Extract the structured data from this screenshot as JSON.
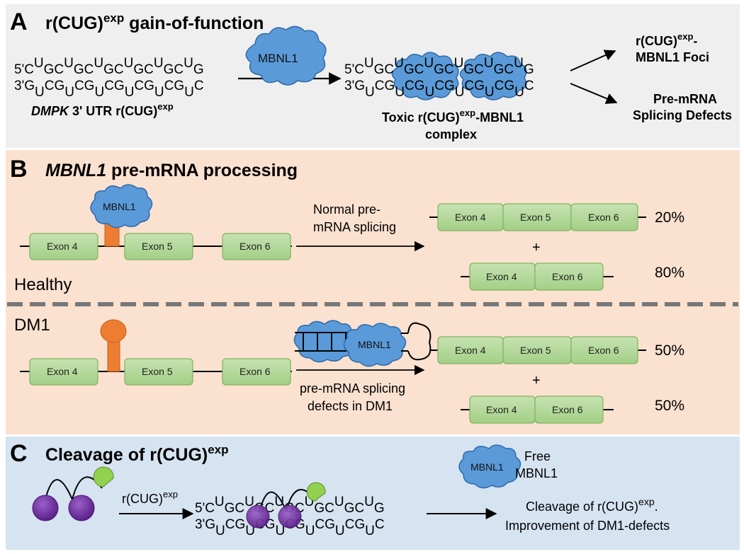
{
  "panelA": {
    "letter": "A",
    "title": "r(CUG)",
    "title_sup": "exp",
    "title_rest": " gain-of-function",
    "mbnl_label": "MBNL1",
    "rna_top": "5'C U GC U GC U GC U GC U GC U G",
    "rna_bottom": "3'G U CG U CG U CG U CG U CG U C",
    "dmpk_italic": "DMPK",
    "dmpk_rest": " 3' UTR r(CUG)",
    "dmpk_sup": "exp",
    "toxic_line1": "Toxic r(CUG)",
    "toxic_sup": "exp",
    "toxic_line1_rest": "-MBNL1",
    "toxic_line2": "complex",
    "out1_line1": "r(CUG)",
    "out1_sup": "exp",
    "out1_line1_rest": "-",
    "out1_line2": "MBNL1 Foci",
    "out2_line1": "Pre-mRNA",
    "out2_line2": "Splicing Defects"
  },
  "panelB": {
    "letter": "B",
    "title_italic": "MBNL1",
    "title_rest": " pre-mRNA processing",
    "mbnl_label": "MBNL1",
    "exons": [
      "Exon 4",
      "Exon 5",
      "Exon 6"
    ],
    "healthy_label": "Healthy",
    "dm1_label": "DM1",
    "normal_line1": "Normal pre-",
    "normal_line2": "mRNA splicing",
    "defect_line1": "pre-mRNA splicing",
    "defect_line2": "defects in DM1",
    "plus": "+",
    "healthy_pct_full": "20%",
    "healthy_pct_skip": "80%",
    "dm1_pct_full": "50%",
    "dm1_pct_skip": "50%"
  },
  "panelC": {
    "letter": "C",
    "title": "Cleavage of r(CUG)",
    "title_sup": "exp",
    "free_mbnl_label": "MBNL1",
    "free_line1": "Free",
    "free_line2": "MBNL1",
    "arrow_label": "r(CUG)",
    "arrow_sup": "exp",
    "result_line1": "Cleavage of r(CUG)",
    "result_sup": "exp",
    "result_line1_rest": ".",
    "result_line2": "Improvement of DM1-defects"
  },
  "colors": {
    "panelA_bg": "#efefef",
    "panelB_bg": "#fbe1d0",
    "panelC_bg": "#d6e3f1",
    "mbnl_blue": "#5a9ad8",
    "exon_green": "#a9d18e",
    "stem_orange": "#ed7d31",
    "ligand_purple": "#7030a0",
    "cleaver_green": "#92d050"
  }
}
